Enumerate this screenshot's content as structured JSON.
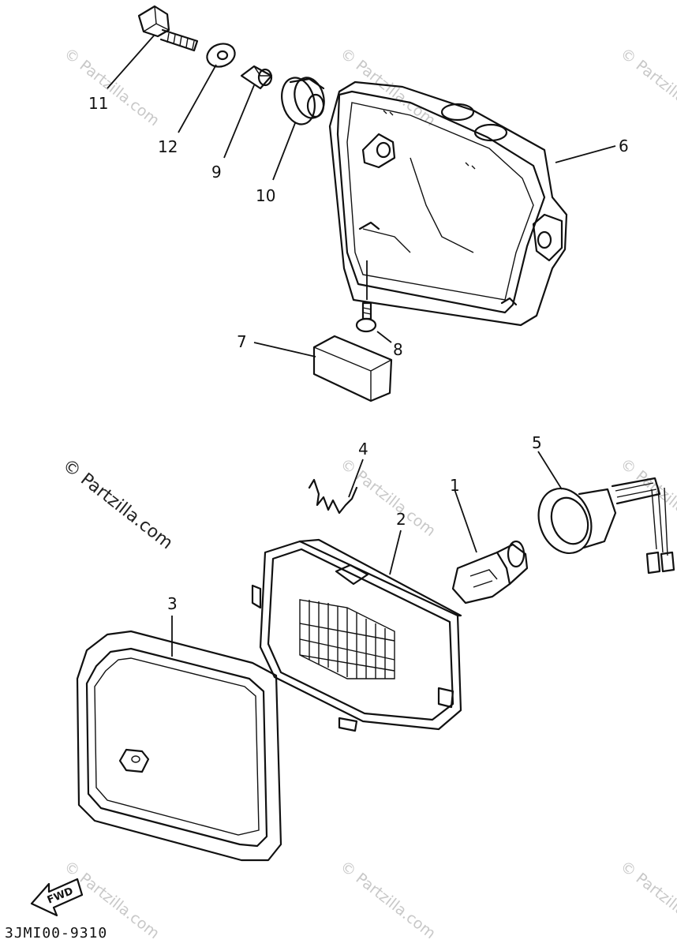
{
  "callouts": {
    "c1": "1",
    "c2": "2",
    "c3": "3",
    "c4": "4",
    "c5": "5",
    "c6": "6",
    "c7": "7",
    "c8": "8",
    "c9": "9",
    "c10": "10",
    "c11": "11",
    "c12": "12"
  },
  "watermark": "© Partzilla.com",
  "fwd": "FWD",
  "diagram_code": "3JMI00-9310"
}
